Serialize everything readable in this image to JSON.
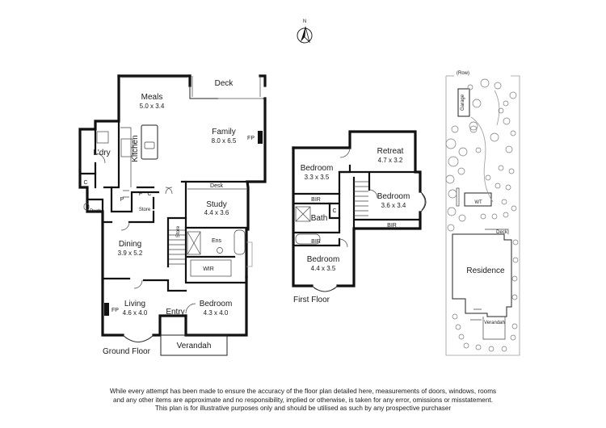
{
  "compass": {
    "label": "N"
  },
  "ground_floor": {
    "title": "Ground Floor",
    "rooms": {
      "meals": {
        "name": "Meals",
        "dim": "5.0 x 3.4"
      },
      "deck": {
        "name": "Deck"
      },
      "family": {
        "name": "Family",
        "dim": "8.0 x 6.5"
      },
      "fp_family": "FP",
      "laundry": {
        "name": "L'dry"
      },
      "kitchen": {
        "name": "Kitchen"
      },
      "c": "C",
      "pwdr": "Pwdr",
      "p": "P",
      "f": "F",
      "c2": "C",
      "store": "Store",
      "desk": "Desk",
      "study": {
        "name": "Study",
        "dim": "4.4 x 3.6"
      },
      "store2": "Store",
      "ens": "Ens",
      "dining": {
        "name": "Dining",
        "dim": "3.9 x 5.2"
      },
      "wir": "WIR",
      "living": {
        "name": "Living",
        "dim": "4.6 x 4.0"
      },
      "fp_living": "FP",
      "entry": "Entry",
      "bedroom": {
        "name": "Bedroom",
        "dim": "4.3 x 4.0"
      },
      "verandah": "Verandah"
    }
  },
  "first_floor": {
    "title": "First Floor",
    "rooms": {
      "bedroom1": {
        "name": "Bedroom",
        "dim": "3.3 x 3.5"
      },
      "retreat": {
        "name": "Retreat",
        "dim": "4.7 x 3.2"
      },
      "bedroom2": {
        "name": "Bedroom",
        "dim": "3.6 x 3.4"
      },
      "bir1": "BIR",
      "bath": "Bath",
      "c": "C",
      "bir2": "BIR",
      "bir3": "BIR",
      "bedroom3": {
        "name": "Bedroom",
        "dim": "4.4 x 3.5"
      }
    }
  },
  "site": {
    "row": "(Row)",
    "garage": "Garage",
    "wt": "WT",
    "deck": "Deck",
    "residence": "Residence",
    "verandah": "Verandah"
  },
  "disclaimer": [
    "While every attempt has been made to ensure the accuracy of the floor plan detailed here, measurements of doors, windows, rooms",
    "and any other items are approximate and no responsibility, implied or otherwise, is taken for any error, omissions or misstatement.",
    "This plan is for illustrative purposes only and should be utilised as such by any prospective purchaser"
  ]
}
